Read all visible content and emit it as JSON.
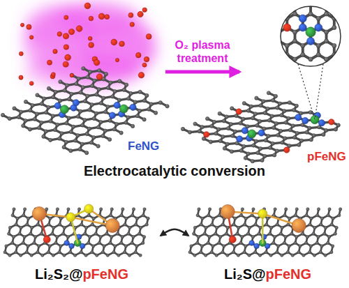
{
  "diagram": {
    "title": "Electrocatalytic conversion",
    "nodes": [
      {
        "text": [
          "FeNG"
        ]
      },
      {
        "text": [
          "pFeNG"
        ]
      },
      {
        "text": [
          "Li₂S₂@pFeNG"
        ]
      },
      {
        "text": [
          "Li₂S@pFeNG"
        ]
      }
    ],
    "edges": [
      {
        "from": 0,
        "to": 1,
        "arrow": "to",
        "label": "O₂ plasma treatment"
      },
      {
        "from": 2,
        "to": 3,
        "arrow": "both"
      }
    ]
  }
}
